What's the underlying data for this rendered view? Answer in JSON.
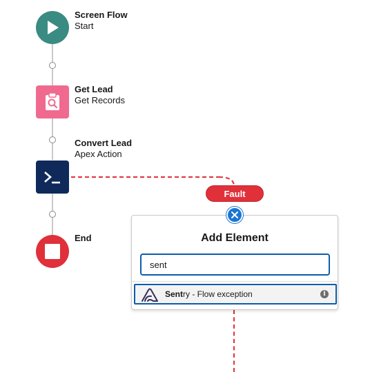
{
  "flow": {
    "nodes": [
      {
        "title": "Screen Flow",
        "subtitle": "Start",
        "icon": "play-icon",
        "color": "#3a8b82"
      },
      {
        "title": "Get Lead",
        "subtitle": "Get Records",
        "icon": "clipboard-search-icon",
        "color": "#f06a8f"
      },
      {
        "title": "Convert Lead",
        "subtitle": "Apex Action",
        "icon": "terminal-icon",
        "color": "#0f2a5a"
      },
      {
        "title": "End",
        "subtitle": "",
        "icon": "stop-icon",
        "color": "#e0303a"
      }
    ],
    "fault_label": "Fault"
  },
  "popup": {
    "title": "Add Element",
    "search_value": "sent",
    "results": [
      {
        "match": "Sent",
        "rest": "ry - Flow exception",
        "icon": "sentry-logo-icon"
      }
    ]
  },
  "colors": {
    "fault": "#e0303a",
    "accent_blue": "#0b5cab",
    "close_blue": "#1b76d3"
  }
}
